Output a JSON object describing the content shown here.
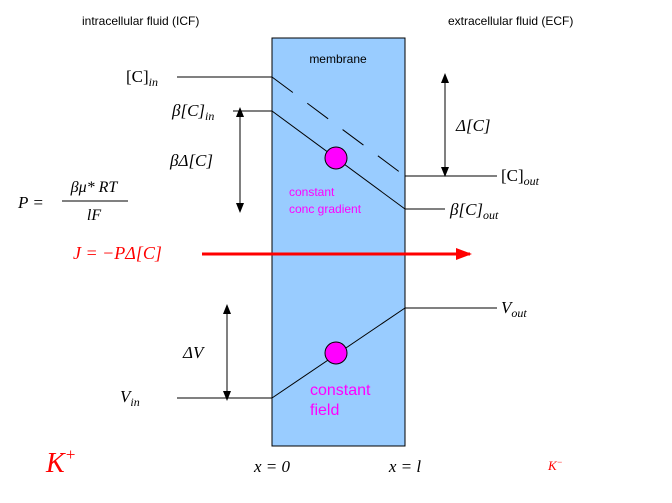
{
  "regions": {
    "icf_label": "intracellular fluid  (ICF)",
    "ecf_label": "extracellular fluid  (ECF)",
    "membrane_label": "membrane"
  },
  "conc": {
    "c_in": {
      "base": "[C]",
      "sub": "in"
    },
    "beta_c_in": {
      "base": "β[C]",
      "sub": "in"
    },
    "c_out": {
      "base": "[C]",
      "sub": "out"
    },
    "beta_c_out": {
      "base": "β[C]",
      "sub": "out"
    },
    "beta_delta_c": "βΔ[C]",
    "delta_c": "Δ[C]",
    "gradient_line1": "constant",
    "gradient_line2": "conc gradient"
  },
  "permeability": {
    "lhs": "P =",
    "numerator": "βμ* RT",
    "denominator": "lF"
  },
  "flux": {
    "label": "J = −PΔ[C]"
  },
  "voltage": {
    "v_in": {
      "base": "V",
      "sub": "in"
    },
    "v_out": {
      "base": "V",
      "sub": "out"
    },
    "delta_v": "ΔV",
    "field_line1": "constant",
    "field_line2": "field"
  },
  "positions": {
    "x0": "x = 0",
    "xl": "x = l"
  },
  "ions": {
    "k_plus": {
      "base": "K",
      "sup": "+"
    },
    "k_minus": {
      "base": "K",
      "sup": "−"
    }
  },
  "colors": {
    "membrane_fill": "#99ccff",
    "marker": "#ff00ff",
    "flux_arrow": "#ff0000",
    "magenta_text": "#ff00ff"
  }
}
